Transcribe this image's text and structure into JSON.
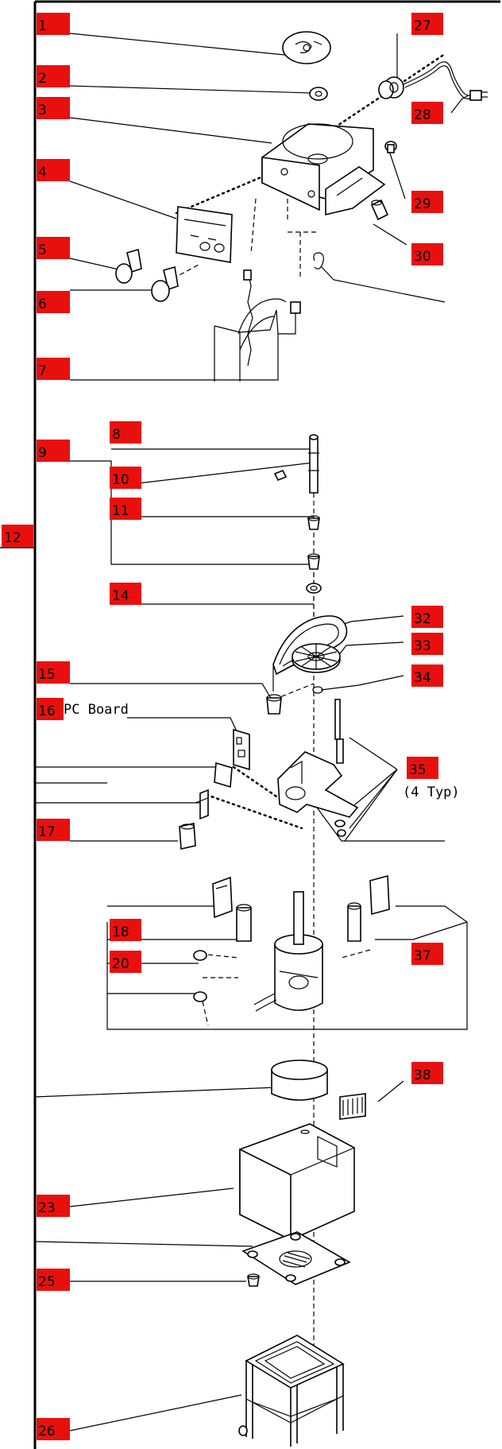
{
  "diagram": {
    "labels": [
      "1",
      "2",
      "3",
      "4",
      "5",
      "6",
      "7",
      "8",
      "9",
      "10",
      "11",
      "12",
      "14",
      "15",
      "16",
      "17",
      "18",
      "20",
      "23",
      "25",
      "26",
      "27",
      "28",
      "29",
      "30",
      "32",
      "33",
      "34",
      "35",
      "37",
      "38"
    ],
    "notes": {
      "pc_board": "PC Board",
      "typ": "(4 Typ)"
    }
  },
  "colors": {
    "label_fill": "#e8100e",
    "line": "#000000",
    "background": "#ffffff"
  }
}
